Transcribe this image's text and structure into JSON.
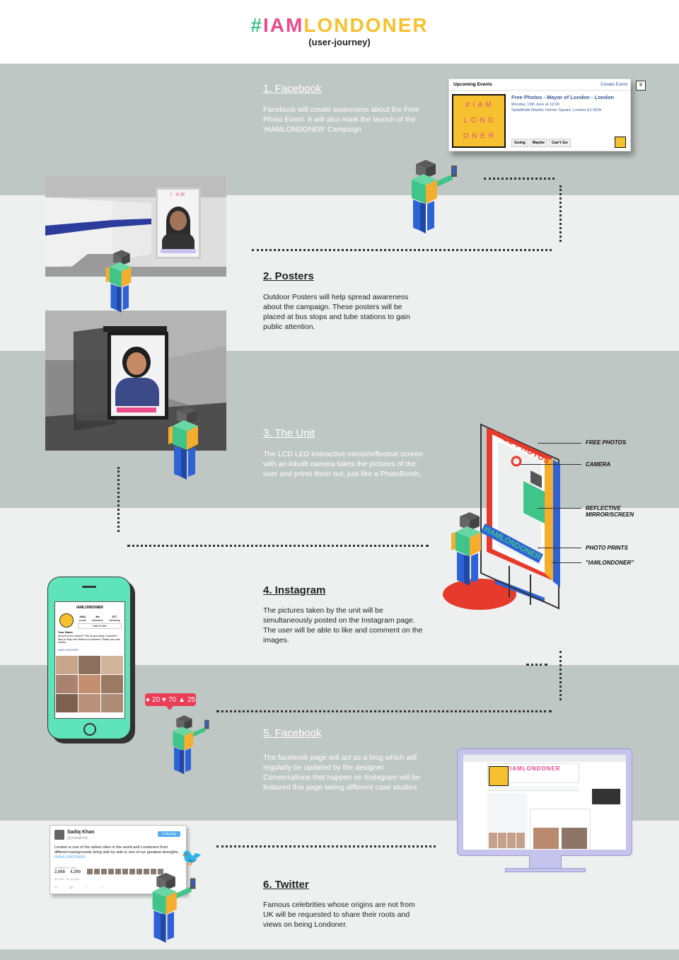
{
  "header": {
    "hash": "#",
    "logo_letters": [
      {
        "ch": "I",
        "color": "#e84a8a"
      },
      {
        "ch": "A",
        "color": "#e84a8a"
      },
      {
        "ch": "M",
        "color": "#e84a8a"
      },
      {
        "ch": "L",
        "color": "#f5c12e"
      },
      {
        "ch": "O",
        "color": "#f5c12e"
      },
      {
        "ch": "N",
        "color": "#f5c12e"
      },
      {
        "ch": "D",
        "color": "#f5c12e"
      },
      {
        "ch": "O",
        "color": "#f5c12e"
      },
      {
        "ch": "N",
        "color": "#f5c12e"
      },
      {
        "ch": "E",
        "color": "#f5c12e"
      },
      {
        "ch": "R",
        "color": "#f5c12e"
      }
    ],
    "subtitle": "(user-journey)"
  },
  "colors": {
    "band_gray": "#bfc7c5",
    "band_light": "#eef0f0",
    "figure_green": "#3fc489",
    "figure_yellow": "#f4ad2f",
    "figure_blue": "#2e62d6",
    "teal": "#5fe3b9",
    "lavender": "#c6c4ec"
  },
  "sections": [
    {
      "title": "1. Facebook",
      "body": "Facebook will create awareness about the Free Photo Event. It will also mark the launch of the '#IAMLONDONER' Campaign"
    },
    {
      "title": "2. Posters",
      "body": "Outdoor Posters will help spread awareness about the campaign. These posters will be placed at bus stops and tube stations to gain public attention."
    },
    {
      "title": "3. The Unit",
      "body": "The LCD LED interactive mirror/reflective screen with an inbuilt camera takes the pictures of the user and prints them out, just like a PhotoBooth."
    },
    {
      "title": "4. Instagram",
      "body": "The pictures taken by the unit will be simultaneously posted on the Instagram page. The user will be able to like and comment on the images."
    },
    {
      "title": "5. Facebook",
      "body": "The facebook page will act as a blog which will regularly be updated by the designer. Conversations that happen on Instagram will be featured this page taking different case studies."
    },
    {
      "title": "6. Twitter",
      "body": "Famous celebrities whose origins are not from UK will be requested to share their roots and views on being Londoner."
    }
  ],
  "event_card": {
    "header": "Upcoming Events",
    "create": "Create Event",
    "badge": "9",
    "title": "Free Photos - Mayor of London - London",
    "date": "Monday, 13th June at 10:00",
    "place": "Spitalfields Market, Horner Square, London E1 6EW",
    "logo_rows": [
      "# I A M",
      "L O N D",
      "O N E R"
    ],
    "buttons": [
      "Going",
      "Maybe",
      "Can't Go"
    ]
  },
  "poster_text": "I AM",
  "unit": {
    "sign": "FREE PHOTOS",
    "side": "#IAMLONDONER",
    "labels": [
      "FREE PHOTOS",
      "CAMERA",
      "REFLECTIVE MIRROR/SCREEN",
      "PHOTO PRINTS",
      "\"IAMLONDONER\""
    ]
  },
  "instagram": {
    "username": "IAMLONDONER",
    "stats": [
      {
        "n": "8441",
        "l": "posts"
      },
      {
        "n": "3m",
        "l": "followers"
      },
      {
        "n": "877",
        "l": "following"
      }
    ],
    "edit": "Edit Profile",
    "name": "Your Name",
    "bio": "Are you from London?? Tell us your story. Londoner? Why or Why not? What is a Londoner? Share your own stories...",
    "tag": "#IAMLONDONER",
    "notif": {
      "comments": "20",
      "likes": "70",
      "follows": "25"
    }
  },
  "fb_page": {
    "logo": "#IAMLONDONER"
  },
  "tweet": {
    "name": "Sadiq Khan",
    "handle": "@SadiqKhan",
    "follow": "Following",
    "text": "London is one of the safest cities in the world and Londoners from different backgrounds living side by side is one of our greatest strengths.",
    "hashtag": "#IAMLONDONER",
    "rt_label": "RETWEETS",
    "rt": "2,668",
    "like_label": "LIKES",
    "likes": "4,390",
    "time": "4:12 PM - 13 Jun 2016"
  }
}
